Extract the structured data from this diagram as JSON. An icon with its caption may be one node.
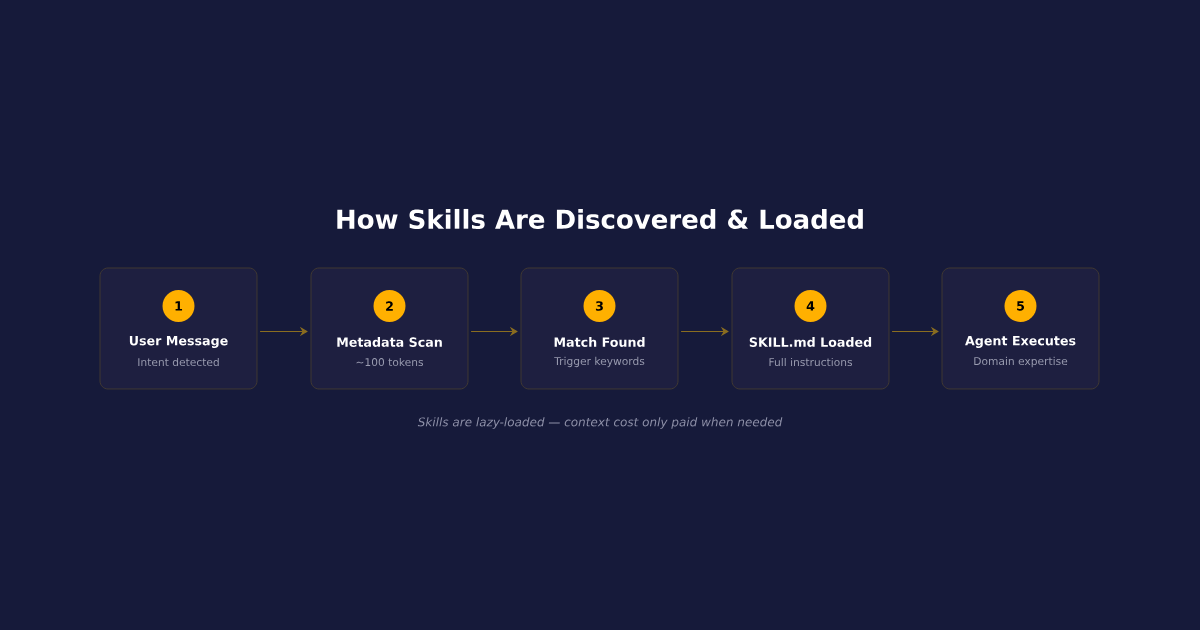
{
  "diagram": {
    "title": "How Skills Are Discovered & Loaded",
    "nodes": [
      {
        "text": [
          "User Message",
          "Intent detected"
        ]
      },
      {
        "text": [
          "1"
        ],
        "in": 0
      },
      {
        "text": [
          "Metadata Scan",
          "~100 tokens"
        ]
      },
      {
        "text": [
          "2"
        ],
        "in": 2
      },
      {
        "text": [
          "Match Found",
          "Trigger keywords"
        ]
      },
      {
        "text": [
          "3"
        ],
        "in": 4
      },
      {
        "text": [
          "SKILL.md Loaded",
          "Full instructions"
        ]
      },
      {
        "text": [
          "4"
        ],
        "in": 6
      },
      {
        "text": [
          "Agent Executes",
          "Domain expertise"
        ]
      },
      {
        "text": [
          "5"
        ],
        "in": 8
      }
    ],
    "edges": [
      {
        "from": 0,
        "to": 2,
        "arrow": "to"
      },
      {
        "from": 2,
        "to": 4,
        "arrow": "to"
      },
      {
        "from": 4,
        "to": 6,
        "arrow": "to"
      },
      {
        "from": 6,
        "to": 8,
        "arrow": "to"
      }
    ],
    "caption": "Skills are lazy-loaded — context cost only paid when needed"
  }
}
